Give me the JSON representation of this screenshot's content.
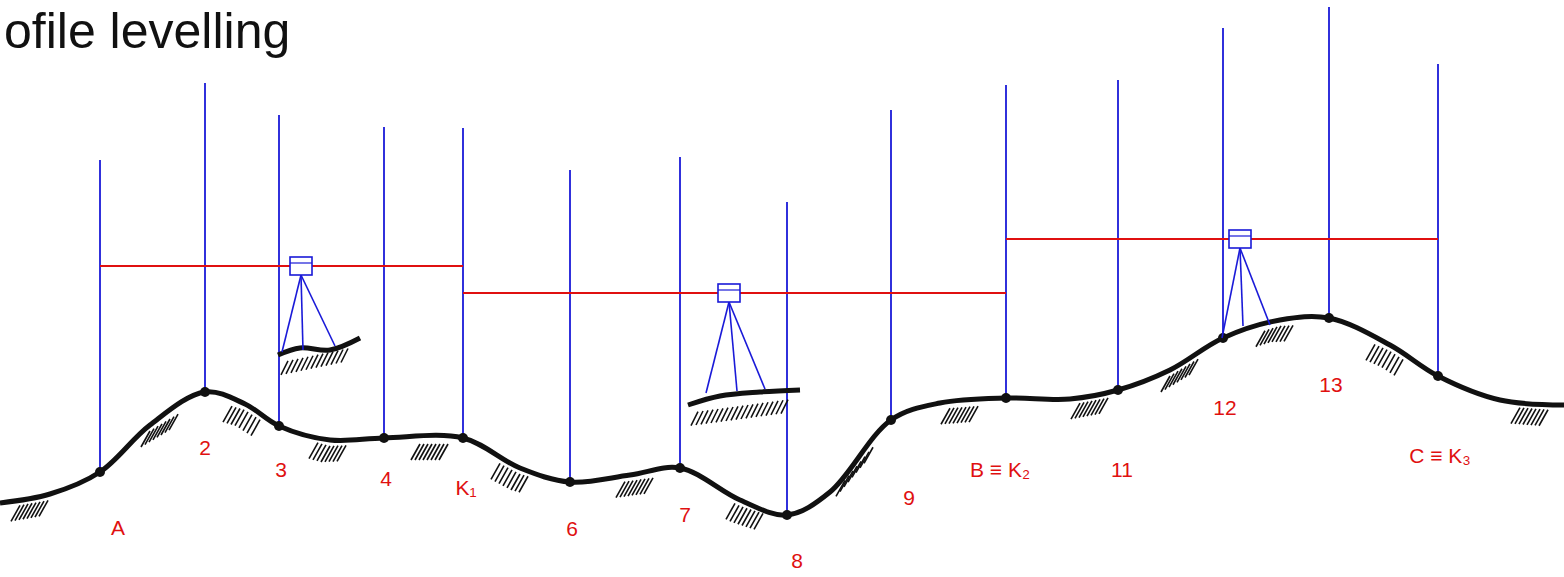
{
  "diagram": {
    "title": "ofile levelling",
    "labels": [
      "A",
      "2",
      "3",
      "4",
      "K₁",
      "6",
      "7",
      "8",
      "9",
      "B ≡ K₂",
      "11",
      "12",
      "13",
      "C ≡ K₃"
    ]
  }
}
